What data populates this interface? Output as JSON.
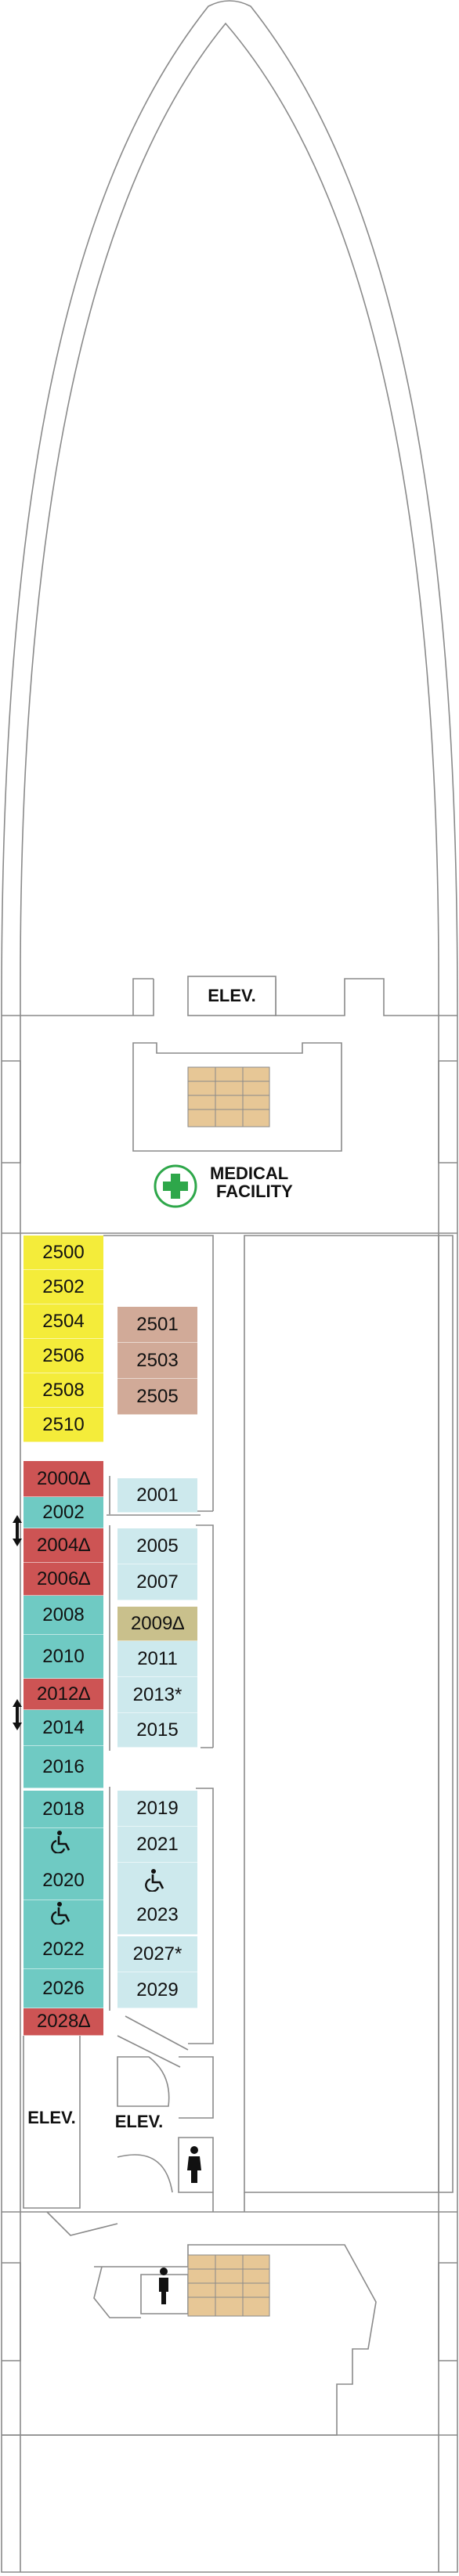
{
  "colors": {
    "yellow": "#f4ec3a",
    "tan": "#d1aa98",
    "red": "#cd5454",
    "teal": "#6fcac3",
    "lightblue": "#cde9ed",
    "olive": "#c9c08c",
    "stair": "#e7c796",
    "green": "#2ea74a",
    "line": "#8a8a8a"
  },
  "labels": {
    "elev_top": "ELEV.",
    "medical": "MEDICAL",
    "facility": "FACILITY",
    "elev_left": "ELEV.",
    "elev_mid": "ELEV."
  },
  "icons": {
    "medical": "green-cross-icon",
    "accessible": "wheelchair-icon",
    "elevator_arrows": "up-down-arrow-icon",
    "restroom": "person-restroom-icon"
  },
  "cabins": [
    {
      "text": "2500",
      "color": "yellow"
    },
    {
      "text": "2502",
      "color": "yellow"
    },
    {
      "text": "2504",
      "color": "yellow"
    },
    {
      "text": "2506",
      "color": "yellow"
    },
    {
      "text": "2508",
      "color": "yellow"
    },
    {
      "text": "2510",
      "color": "yellow"
    },
    {
      "text": "2501",
      "color": "tan"
    },
    {
      "text": "2503",
      "color": "tan"
    },
    {
      "text": "2505",
      "color": "tan"
    },
    {
      "text": "2000∆",
      "color": "red"
    },
    {
      "text": "2002",
      "color": "teal"
    },
    {
      "text": "2004∆",
      "color": "red"
    },
    {
      "text": "2006∆",
      "color": "red"
    },
    {
      "text": "2008",
      "color": "teal"
    },
    {
      "text": "2010",
      "color": "teal"
    },
    {
      "text": "2012∆",
      "color": "red"
    },
    {
      "text": "2014",
      "color": "teal"
    },
    {
      "text": "2016",
      "color": "teal"
    },
    {
      "text": "2018",
      "color": "teal"
    },
    {
      "text": "2020",
      "color": "teal"
    },
    {
      "text": "2022",
      "color": "teal"
    },
    {
      "text": "2026",
      "color": "teal"
    },
    {
      "text": "2028∆",
      "color": "red"
    },
    {
      "text": "2001",
      "color": "lightblue"
    },
    {
      "text": "2005",
      "color": "lightblue"
    },
    {
      "text": "2007",
      "color": "lightblue"
    },
    {
      "text": "2009∆",
      "color": "olive"
    },
    {
      "text": "2011",
      "color": "lightblue"
    },
    {
      "text": "2013*",
      "color": "lightblue"
    },
    {
      "text": "2015",
      "color": "lightblue"
    },
    {
      "text": "2019",
      "color": "lightblue"
    },
    {
      "text": "2021",
      "color": "lightblue"
    },
    {
      "text": "2023",
      "color": "lightblue"
    },
    {
      "text": "2027*",
      "color": "lightblue"
    },
    {
      "text": "2029",
      "color": "lightblue"
    }
  ]
}
